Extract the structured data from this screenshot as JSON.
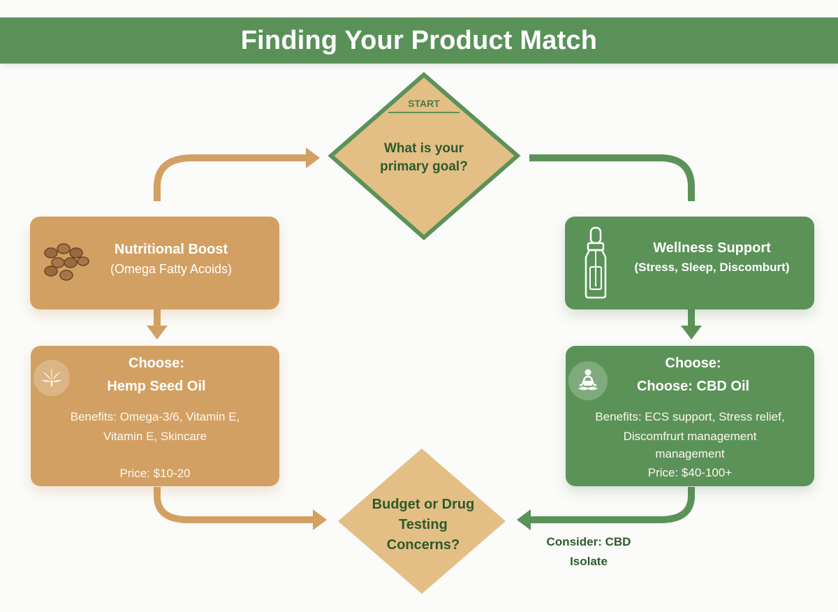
{
  "header": {
    "title": "Finding Your Product Match"
  },
  "start": {
    "tag": "START",
    "question": "What is your primary goal?"
  },
  "left_goal": {
    "title": "Nutritional Boost",
    "subtitle": "(Omega Fatty Acoids)",
    "icon": "hemp-seeds-icon"
  },
  "right_goal": {
    "title": "Wellness Support",
    "subtitle": "(Stress, Sleep, Discomburt)",
    "icon": "dropper-bottle-icon"
  },
  "left_choice": {
    "heading": "Choose:",
    "product": "Hemp Seed Oil",
    "benefits_line1": "Benefits: Omega-3/6, Vitamin E,",
    "benefits_line2": "Vitamin E, Skincare",
    "price": "Price: $10-20",
    "icon": "cannabis-leaf-icon"
  },
  "right_choice": {
    "heading": "Choose:",
    "product": "Choose: CBD Oil",
    "benefits_line1": "Benefits: ECS support, Stress relief,",
    "benefits_line2": "Discomfrurt management",
    "benefits_line3": "management",
    "price": "Price: $40-100+",
    "icon": "meditation-icon"
  },
  "bottom": {
    "question": "Budget or Drug Testing Concerns?",
    "consider_line1": "Consider: CBD",
    "consider_line2": "Isolate"
  },
  "colors": {
    "green": "#5b9258",
    "tan": "#d3a063",
    "diamond_fill": "#e3bf85",
    "dark_green_text": "#2d5a2c"
  }
}
